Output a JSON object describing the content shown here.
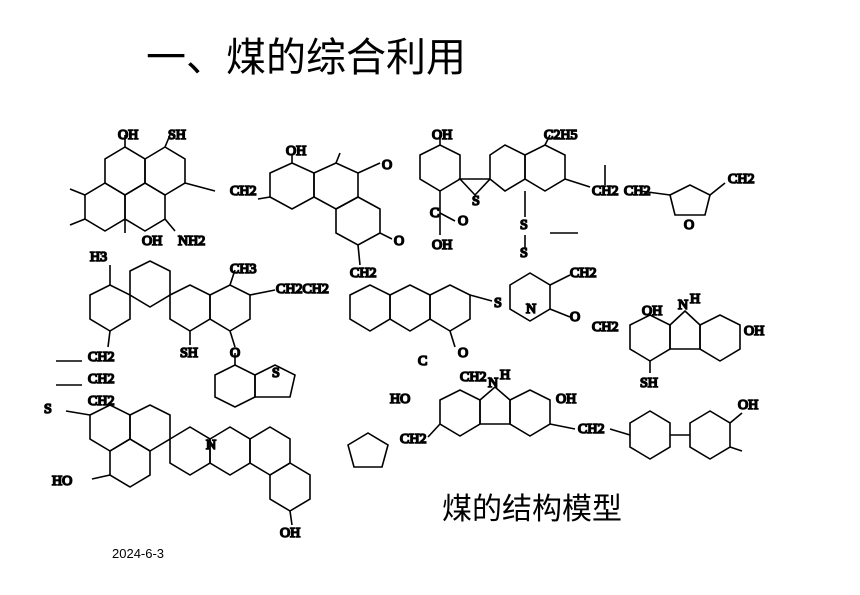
{
  "slide": {
    "title": "一、煤的综合利用",
    "caption": "煤的结构模型",
    "date": "2024-6-3"
  },
  "diagram": {
    "labels": {
      "oh1": "OH",
      "sh1": "SH",
      "oh2": "OH",
      "nh2": "NH2",
      "ch2a": "CH2",
      "oh3": "OH",
      "o1": "O",
      "oh4": "OH",
      "c2h5": "C2H5",
      "s1": "S",
      "ch2b": "CH2",
      "ch2c": "CH2",
      "ch2d": "CH2",
      "o_furan": "O",
      "cooh_c": "C",
      "cooh_o": "O",
      "cooh_oh": "OH",
      "s2": "S",
      "s3": "S",
      "ketone_o": "O",
      "ch2e": "CH2",
      "h3": "H3",
      "ch3": "CH3",
      "ch2ch2": "CH2CH2",
      "s4": "S",
      "ch2f": "CH2",
      "n1": "N",
      "o2": "O",
      "ch2g": "CH2",
      "oh5": "OH",
      "nh1": "N",
      "h_nh1": "H",
      "oh6": "OH",
      "sh2": "SH",
      "ch2h": "CH2",
      "ch2i": "CH2",
      "ch2j": "CH2",
      "sh3": "SH",
      "o3": "O",
      "s5": "S",
      "c_label": "C",
      "o4": "O",
      "ch2k": "CH2",
      "ho1": "HO",
      "nh2b": "N",
      "h_nh2": "H",
      "oh7": "OH",
      "ch2l": "CH2",
      "ch2m": "CH2",
      "oh8": "OH",
      "s6": "S",
      "n2": "N",
      "ho2": "HO",
      "oh9": "OH"
    }
  }
}
